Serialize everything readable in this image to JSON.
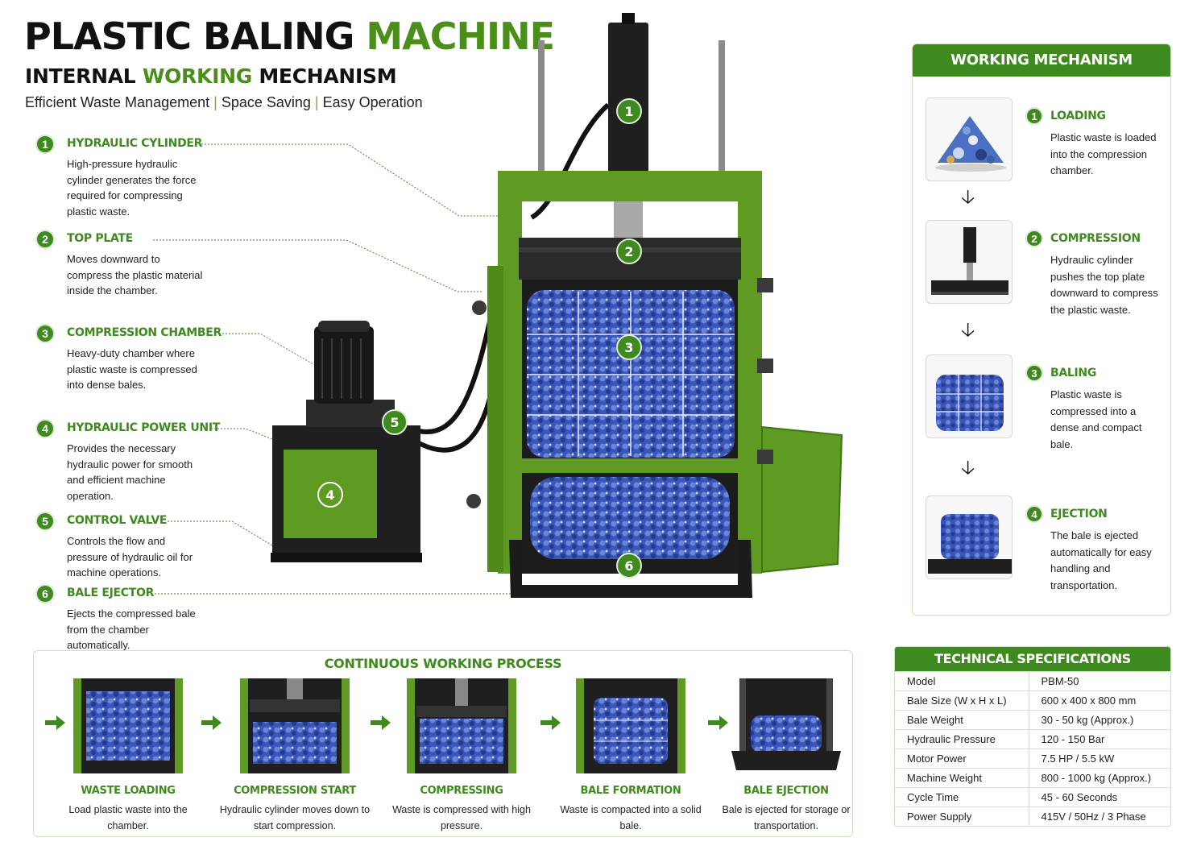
{
  "header": {
    "title_main": "PLASTIC BALING",
    "title_accent": "MACHINE",
    "subtitle_pre": "INTERNAL",
    "subtitle_accent": "WORKING",
    "subtitle_post": "MECHANISM",
    "tagline": [
      "Efficient Waste Management",
      "Space Saving",
      "Easy Operation"
    ],
    "tagline_separator": "|"
  },
  "components": [
    {
      "num": "1",
      "title": "HYDRAULIC CYLINDER",
      "desc": "High-pressure hydraulic cylinder generates the force required for compressing plastic waste."
    },
    {
      "num": "2",
      "title": "TOP PLATE",
      "desc": "Moves downward to compress the plastic material inside the chamber."
    },
    {
      "num": "3",
      "title": "COMPRESSION CHAMBER",
      "desc": "Heavy-duty chamber where plastic waste is compressed into dense bales."
    },
    {
      "num": "4",
      "title": "HYDRAULIC POWER UNIT",
      "desc": "Provides the necessary hydraulic power for smooth and efficient machine operation."
    },
    {
      "num": "5",
      "title": "CONTROL VALVE",
      "desc": "Controls the flow and pressure of hydraulic oil for machine operations."
    },
    {
      "num": "6",
      "title": "BALE EJECTOR",
      "desc": "Ejects the compressed bale from the chamber automatically."
    }
  ],
  "machine_markers": [
    "1",
    "2",
    "3",
    "4",
    "5",
    "6"
  ],
  "working_mechanism": {
    "title": "WORKING MECHANISM",
    "arrow": "🡣",
    "steps": [
      {
        "num": "1",
        "title": "LOADING",
        "desc": "Plastic waste is loaded into the compression chamber."
      },
      {
        "num": "2",
        "title": "COMPRESSION",
        "desc": "Hydraulic cylinder pushes the top plate downward to compress the plastic waste."
      },
      {
        "num": "3",
        "title": "BALING",
        "desc": "Plastic waste is compressed into a dense and compact bale."
      },
      {
        "num": "4",
        "title": "EJECTION",
        "desc": "The bale is ejected automatically for easy handling and transportation."
      }
    ]
  },
  "process": {
    "title": "CONTINUOUS WORKING PROCESS",
    "steps": [
      {
        "title": "WASTE LOADING",
        "desc": "Load plastic waste into the chamber."
      },
      {
        "title": "COMPRESSION START",
        "desc": "Hydraulic cylinder moves down to start compression."
      },
      {
        "title": "COMPRESSING",
        "desc": "Waste is compressed with high pressure."
      },
      {
        "title": "BALE FORMATION",
        "desc": "Waste is compacted into a solid bale."
      },
      {
        "title": "BALE EJECTION",
        "desc": "Bale is ejected for storage or transportation."
      }
    ]
  },
  "specs": {
    "title": "TECHNICAL SPECIFICATIONS",
    "rows": [
      {
        "key": "Model",
        "value": "PBM-50"
      },
      {
        "key": "Bale Size (W x H x L)",
        "value": "600 x 400 x 800 mm"
      },
      {
        "key": "Bale Weight",
        "value": "30 - 50 kg (Approx.)"
      },
      {
        "key": "Hydraulic Pressure",
        "value": "120 - 150 Bar"
      },
      {
        "key": "Motor Power",
        "value": "7.5 HP / 5.5 kW"
      },
      {
        "key": "Machine Weight",
        "value": "800 - 1000 kg (Approx.)"
      },
      {
        "key": "Cycle Time",
        "value": "45 - 60 Seconds"
      },
      {
        "key": "Power Supply",
        "value": "415V / 50Hz / 3 Phase"
      }
    ]
  },
  "colors": {
    "accent": "#3f8a1f",
    "machine_green": "#5f9a22",
    "dark": "#1f1f1f",
    "bale_blue": "#3a55b8"
  }
}
